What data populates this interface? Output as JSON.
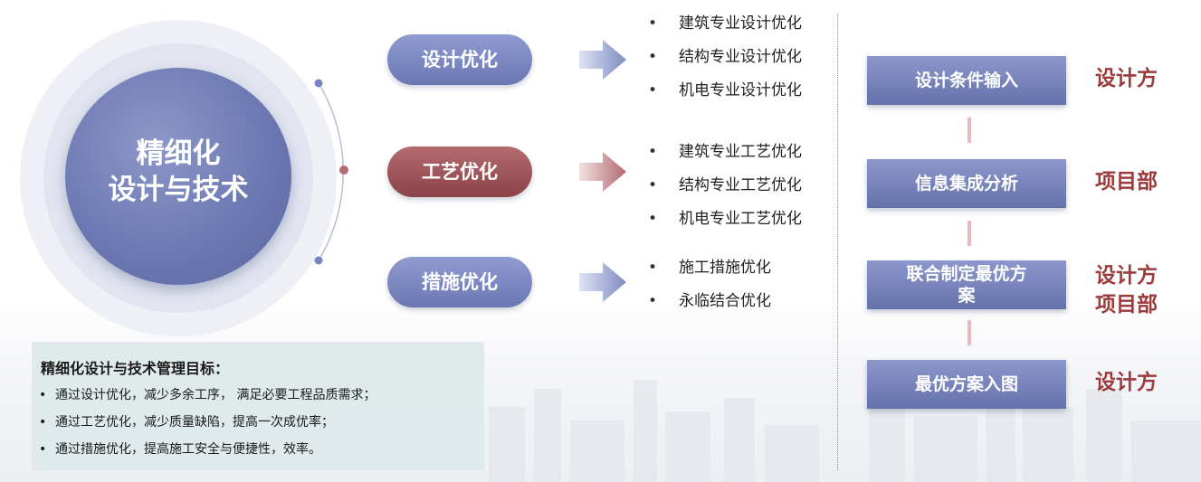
{
  "center": {
    "line1": "精细化",
    "line2": "设计与技术"
  },
  "branches": [
    {
      "label": "设计优化",
      "color": "#7a86c0",
      "items": [
        "建筑专业设计优化",
        "结构专业设计优化",
        "机电专业设计优化"
      ]
    },
    {
      "label": "工艺优化",
      "color": "#9b5157",
      "items": [
        "建筑专业工艺优化",
        "结构专业工艺优化",
        "机电专业工艺优化"
      ]
    },
    {
      "label": "措施优化",
      "color": "#7a86c0",
      "items": [
        "施工措施优化",
        "永临结合优化"
      ]
    }
  ],
  "flow": [
    {
      "step": "设计条件输入",
      "owner": [
        "设计方"
      ]
    },
    {
      "step": "信息集成分析",
      "owner": [
        "项目部"
      ]
    },
    {
      "step": "联合制定最优方案",
      "owner": [
        "设计方",
        "项目部"
      ]
    },
    {
      "step": "最优方案入图",
      "owner": [
        "设计方"
      ]
    }
  ],
  "goals": {
    "title": "精细化设计与技术管理目标：",
    "bullet": "•",
    "items": [
      "通过设计优化，减少多余工序， 满足必要工程品质需求；",
      "通过工艺优化，减少质量缺陷，提高一次成优率；",
      "通过措施优化，提高施工安全与便捷性，效率。"
    ]
  },
  "list_bullet": "•",
  "colors": {
    "accent_blue": "#6d79b3",
    "accent_red": "#9b3b3b",
    "panel_bg": "#dfe8e9"
  }
}
